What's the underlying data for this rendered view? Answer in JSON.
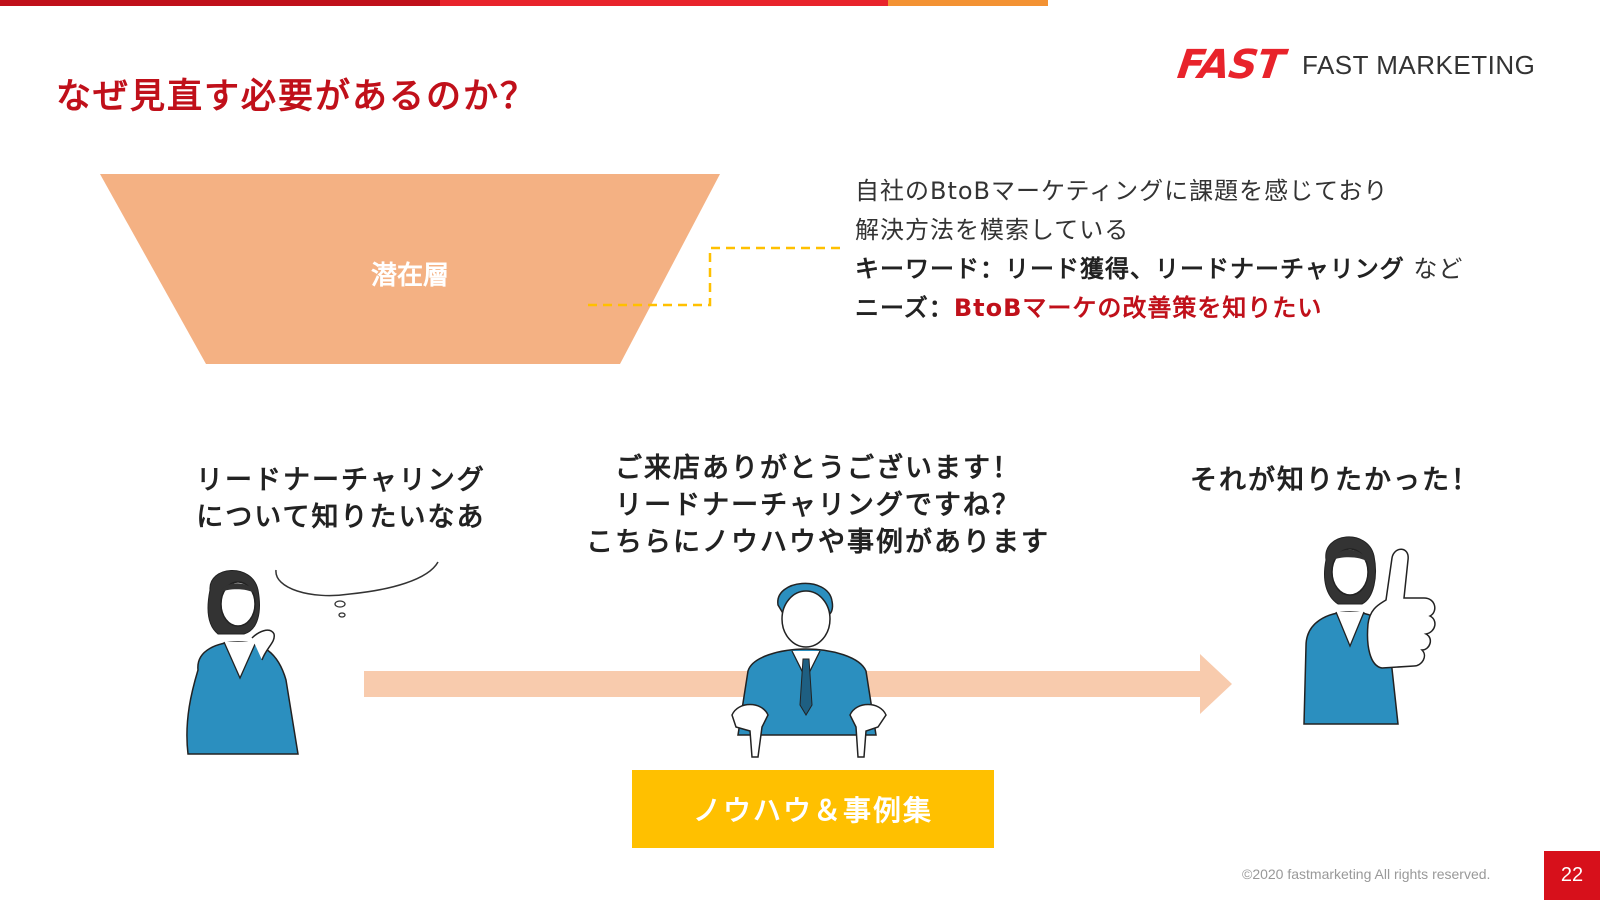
{
  "header": {
    "title": "なぜ見直す必要があるのか？",
    "logo_mark": "FAST",
    "logo_text": "FAST MARKETING",
    "accent_colors": [
      "#c0101a",
      "#e8232b",
      "#f39233"
    ]
  },
  "funnel": {
    "label": "潜在層",
    "color": "#f4b183"
  },
  "description": {
    "line1": "自社のBtoBマーケティングに課題を感じており",
    "line2": "解決方法を模索している",
    "keyword_label": "キーワード：リード獲得、リードナーチャリング",
    "keyword_suffix": " など",
    "needs_label": "ニーズ：",
    "needs_value": "BtoBマーケの改善策を知りたい"
  },
  "scene": {
    "left_speech_1": "リードナーチャリング",
    "left_speech_2": "について知りたいなあ",
    "center_speech_1": "ご来店ありがとうございます！",
    "center_speech_2": "リードナーチャリングですね？",
    "center_speech_3": "こちらにノウハウや事例があります",
    "right_speech": "それが知りたかった！",
    "box_label": "ノウハウ＆事例集",
    "figure_left_icon": "thinking-woman-icon",
    "figure_center_icon": "pointing-man-icon",
    "figure_right_icon": "thumbs-up-woman-icon"
  },
  "footer": {
    "copyright": "©2020 fastmarketing All rights reserved.",
    "page_number": "22"
  }
}
